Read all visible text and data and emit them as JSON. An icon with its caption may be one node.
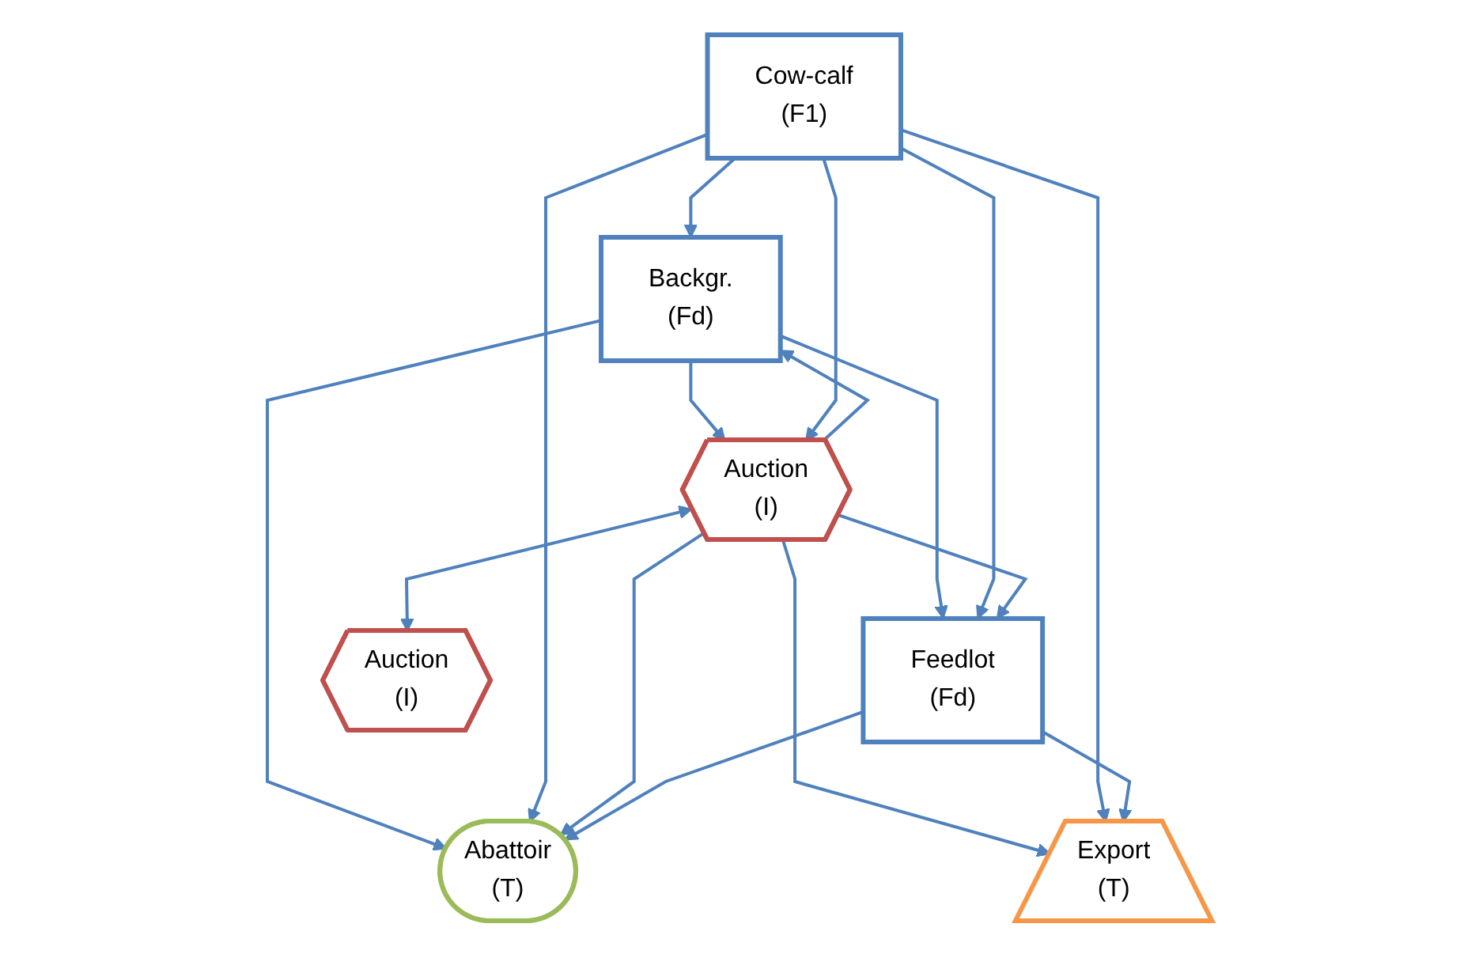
{
  "diagram": {
    "nodes": [
      {
        "text": [
          "Backgr.",
          "(Fd)"
        ]
      },
      {
        "text": [
          "Feedlot",
          "(Fd)"
        ]
      },
      {
        "text": [
          "Abattoir",
          "(T)"
        ]
      },
      {
        "text": [
          "Auction",
          "(I)"
        ]
      },
      {
        "text": [
          "Cow-calf",
          "(F1)"
        ]
      },
      {
        "text": [
          "Auction",
          "(I)"
        ]
      },
      {
        "text": [
          "Export",
          "(T)"
        ]
      }
    ],
    "edges": [
      {
        "from": 0,
        "to": 3,
        "arrow": "to"
      },
      {
        "from": 0,
        "to": 1,
        "arrow": "to"
      },
      {
        "from": 0,
        "to": 2,
        "arrow": "to"
      },
      {
        "from": 4,
        "to": 0,
        "arrow": "to"
      },
      {
        "from": 4,
        "to": 1,
        "arrow": "to"
      },
      {
        "from": 4,
        "to": 2,
        "arrow": "to"
      },
      {
        "from": 4,
        "to": 3,
        "arrow": "to"
      },
      {
        "from": 3,
        "to": 0,
        "arrow": "to"
      },
      {
        "from": 3,
        "to": 1,
        "arrow": "to"
      },
      {
        "from": 3,
        "to": 2,
        "arrow": "to"
      },
      {
        "from": 3,
        "to": 6,
        "arrow": "to"
      },
      {
        "from": 3,
        "to": 5,
        "arrow": "both"
      },
      {
        "from": 4,
        "to": 6,
        "arrow": "to"
      },
      {
        "from": 1,
        "to": 2,
        "arrow": "to"
      },
      {
        "from": 1,
        "to": 6,
        "arrow": "to"
      }
    ]
  }
}
